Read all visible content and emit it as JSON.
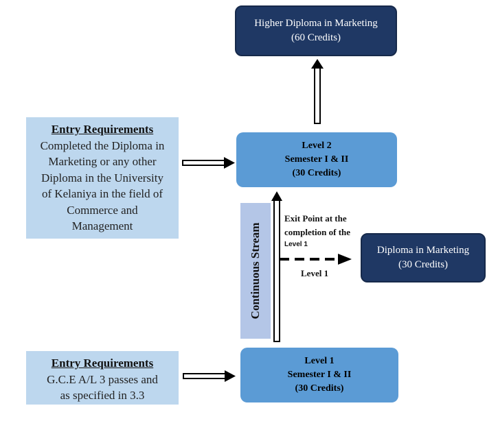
{
  "higher_diploma": {
    "line1": "Higher Diploma in Marketing",
    "line2": "(60 Credits)"
  },
  "level2": {
    "line1": "Level 2",
    "line2": "Semester I & II",
    "line3": "(30 Credits)"
  },
  "level1": {
    "line1": "Level 1",
    "line2": "Semester I & II",
    "line3": "(30 Credits)"
  },
  "diploma": {
    "line1": "Diploma in Marketing",
    "line2": "(30 Credits)"
  },
  "entry_top": {
    "heading": "Entry Requirements",
    "lines": [
      "Completed the Diploma in",
      "Marketing or any other",
      "Diploma in the University",
      "of Kelaniya in the field of",
      "Commerce and",
      "Management"
    ]
  },
  "entry_bottom": {
    "heading": "Entry Requirements",
    "lines": [
      "G.C.E A/L 3 passes and",
      "as specified in 3.3"
    ]
  },
  "stream_label": "Continuous Stream",
  "exit_note": {
    "line1": "Exit Point at the",
    "line2": "completion of the",
    "line3": "Level 1"
  },
  "exit_level": "Level 1",
  "colors": {
    "dark": "#1f3864",
    "mid": "#5b9bd5",
    "light": "#bdd7ee",
    "stream": "#b4c6e7"
  }
}
